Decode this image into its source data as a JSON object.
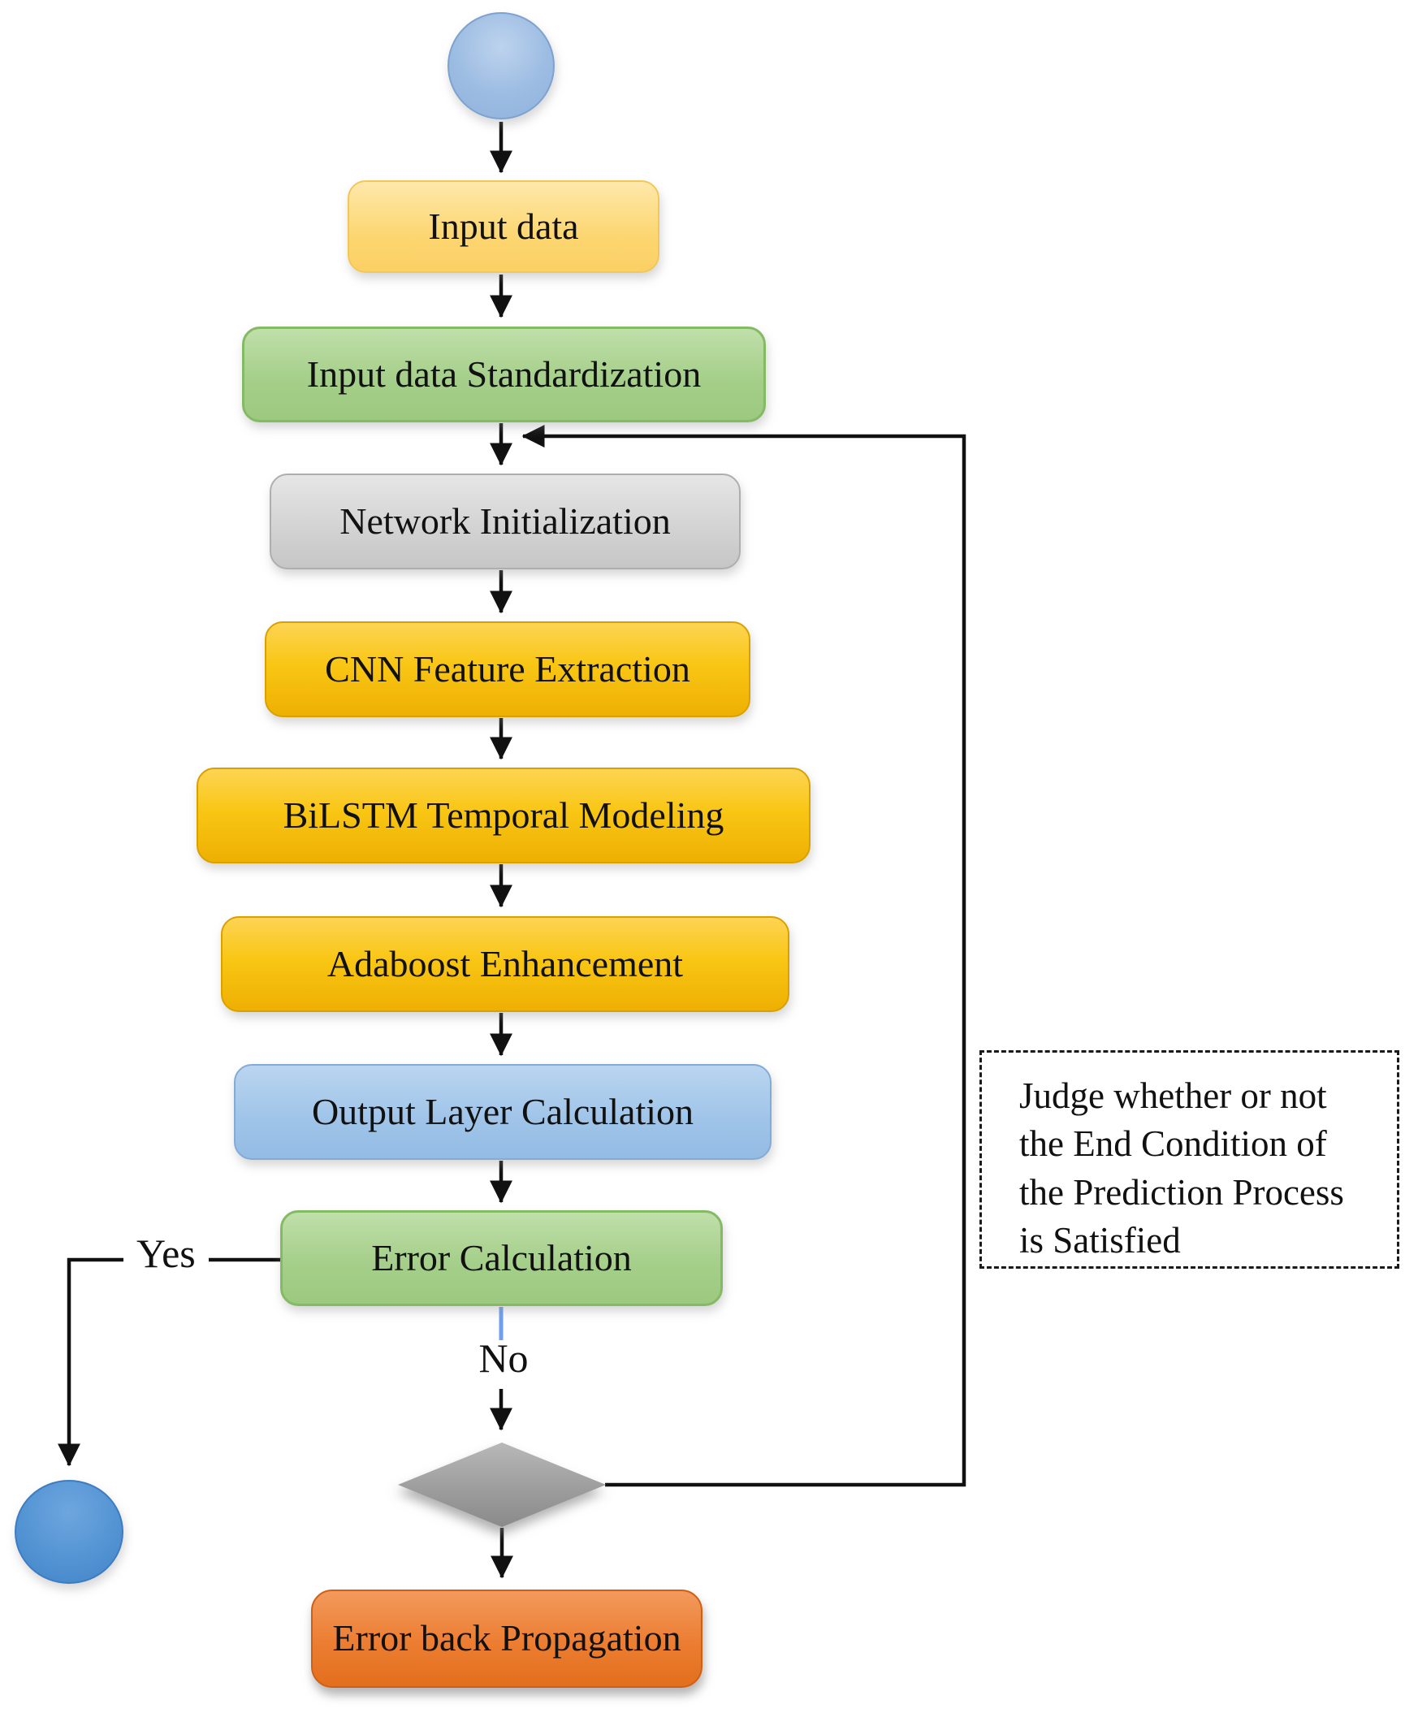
{
  "figure": {
    "type": "flowchart",
    "background": "#ffffff"
  },
  "nodes": {
    "start": {
      "shape": "circle",
      "label": "",
      "fill": "#9cbce2"
    },
    "input_data": {
      "shape": "rounded-box",
      "label": "Input data",
      "fill": "#fcd671"
    },
    "standardization": {
      "shape": "rounded-box",
      "label": "Input data Standardization",
      "fill": "#a5cf8a"
    },
    "network_init": {
      "shape": "rounded-box",
      "label": "Network Initialization",
      "fill": "#d2d2d2"
    },
    "cnn": {
      "shape": "rounded-box",
      "label": "CNN Feature Extraction",
      "fill": "#f9c614"
    },
    "bilstm": {
      "shape": "rounded-box",
      "label": "BiLSTM Temporal Modeling",
      "fill": "#f9c614"
    },
    "adaboost": {
      "shape": "rounded-box",
      "label": "Adaboost Enhancement",
      "fill": "#f9c614"
    },
    "output_layer": {
      "shape": "rounded-box",
      "label": "Output Layer Calculation",
      "fill": "#a1c5e9"
    },
    "error_calc": {
      "shape": "rounded-box",
      "label": "Error Calculation",
      "fill": "#a5cf8a"
    },
    "decision": {
      "shape": "diamond",
      "label": "",
      "fill": "#9a9a9a"
    },
    "error_back": {
      "shape": "rounded-box",
      "label": "Error back Propagation",
      "fill": "#ec7d31"
    },
    "end": {
      "shape": "circle",
      "label": "",
      "fill": "#4f90d1"
    }
  },
  "edge_labels": {
    "yes": "Yes",
    "no": "No"
  },
  "annotation": {
    "text": "Judge whether or not\nthe End Condition of\nthe Prediction Process\nis Satisfied"
  },
  "edges": [
    {
      "from": "start",
      "to": "input_data"
    },
    {
      "from": "input_data",
      "to": "standardization"
    },
    {
      "from": "standardization",
      "to": "network_init"
    },
    {
      "from": "network_init",
      "to": "cnn"
    },
    {
      "from": "cnn",
      "to": "bilstm"
    },
    {
      "from": "bilstm",
      "to": "adaboost"
    },
    {
      "from": "adaboost",
      "to": "output_layer"
    },
    {
      "from": "output_layer",
      "to": "error_calc"
    },
    {
      "from": "error_calc",
      "to": "end",
      "label": "Yes"
    },
    {
      "from": "error_calc",
      "to": "decision",
      "label": "No"
    },
    {
      "from": "decision",
      "to": "error_back"
    },
    {
      "from": "decision",
      "to": "network_init",
      "note": "feedback loop re-entering above Network Initialization"
    }
  ],
  "colors": {
    "connector": "#111111",
    "no_branch_stub": "#6f9ff0",
    "annotation_border": "#1a1a1a",
    "text": "#111111"
  }
}
